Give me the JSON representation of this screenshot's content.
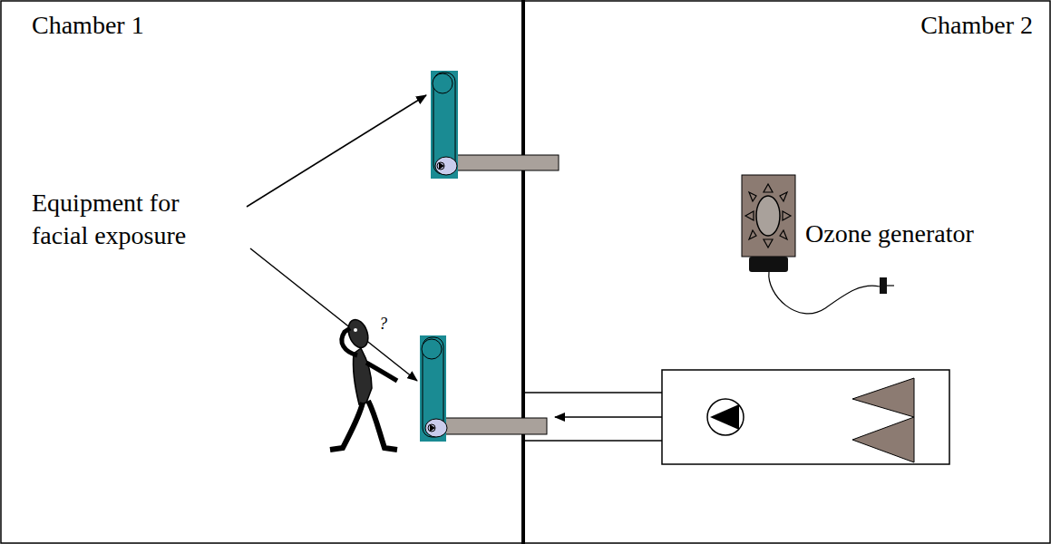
{
  "diagram": {
    "labels": [
      "Chamber 1",
      "Chamber 2",
      "Equipment for facial exposure",
      "Ozone generator",
      "?"
    ]
  }
}
